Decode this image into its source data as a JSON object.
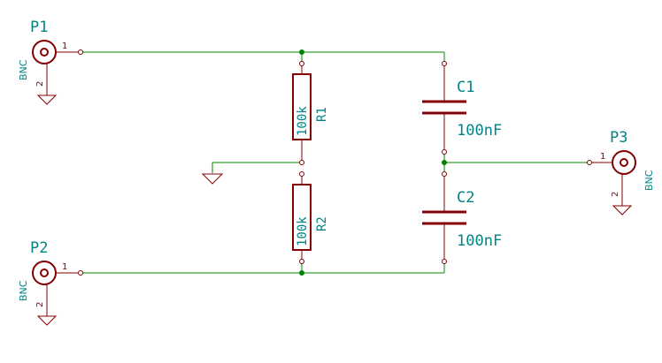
{
  "components": {
    "p1": {
      "ref": "P1",
      "value": "BNC",
      "pin1": "1",
      "pin2": "2"
    },
    "p2": {
      "ref": "P2",
      "value": "BNC",
      "pin1": "1",
      "pin2": "2"
    },
    "p3": {
      "ref": "P3",
      "value": "BNC",
      "pin1": "1",
      "pin2": "2"
    },
    "r1": {
      "ref": "R1",
      "value": "100k"
    },
    "r2": {
      "ref": "R2",
      "value": "100k"
    },
    "c1": {
      "ref": "C1",
      "value": "100nF"
    },
    "c2": {
      "ref": "C2",
      "value": "100nF"
    }
  },
  "colors": {
    "wire": "#008400",
    "component": "#840000",
    "label": "#008484",
    "background": "#ffffff"
  }
}
